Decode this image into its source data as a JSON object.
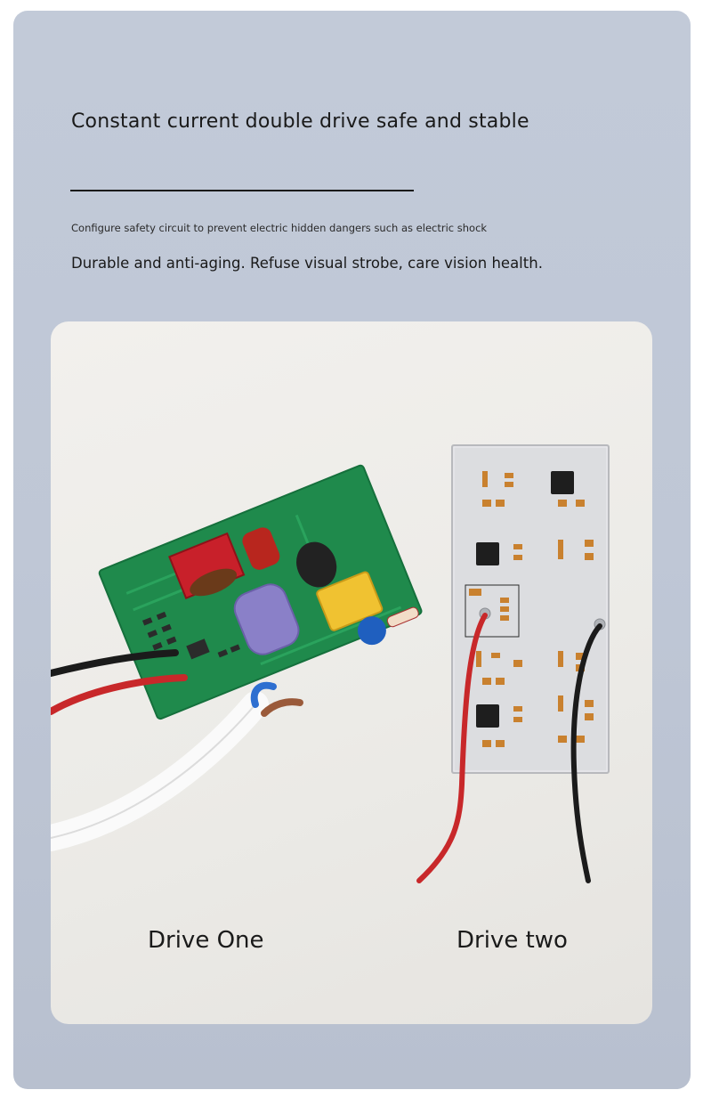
{
  "header": {
    "title": "Constant current double drive safe and stable",
    "subtitle_small": "Configure safety circuit to prevent electric hidden dangers such as electric shock",
    "subtitle": "Durable and anti-aging. Refuse visual strobe, care vision health."
  },
  "photo": {
    "caption_one": "Drive One",
    "caption_two": "Drive two"
  },
  "colors": {
    "panel": "#c2cad8",
    "pcb_green": "#1f8a4c",
    "aluminum_board": "#dcdde0",
    "wire_red": "#c8282a",
    "wire_black": "#1b1b1b"
  }
}
